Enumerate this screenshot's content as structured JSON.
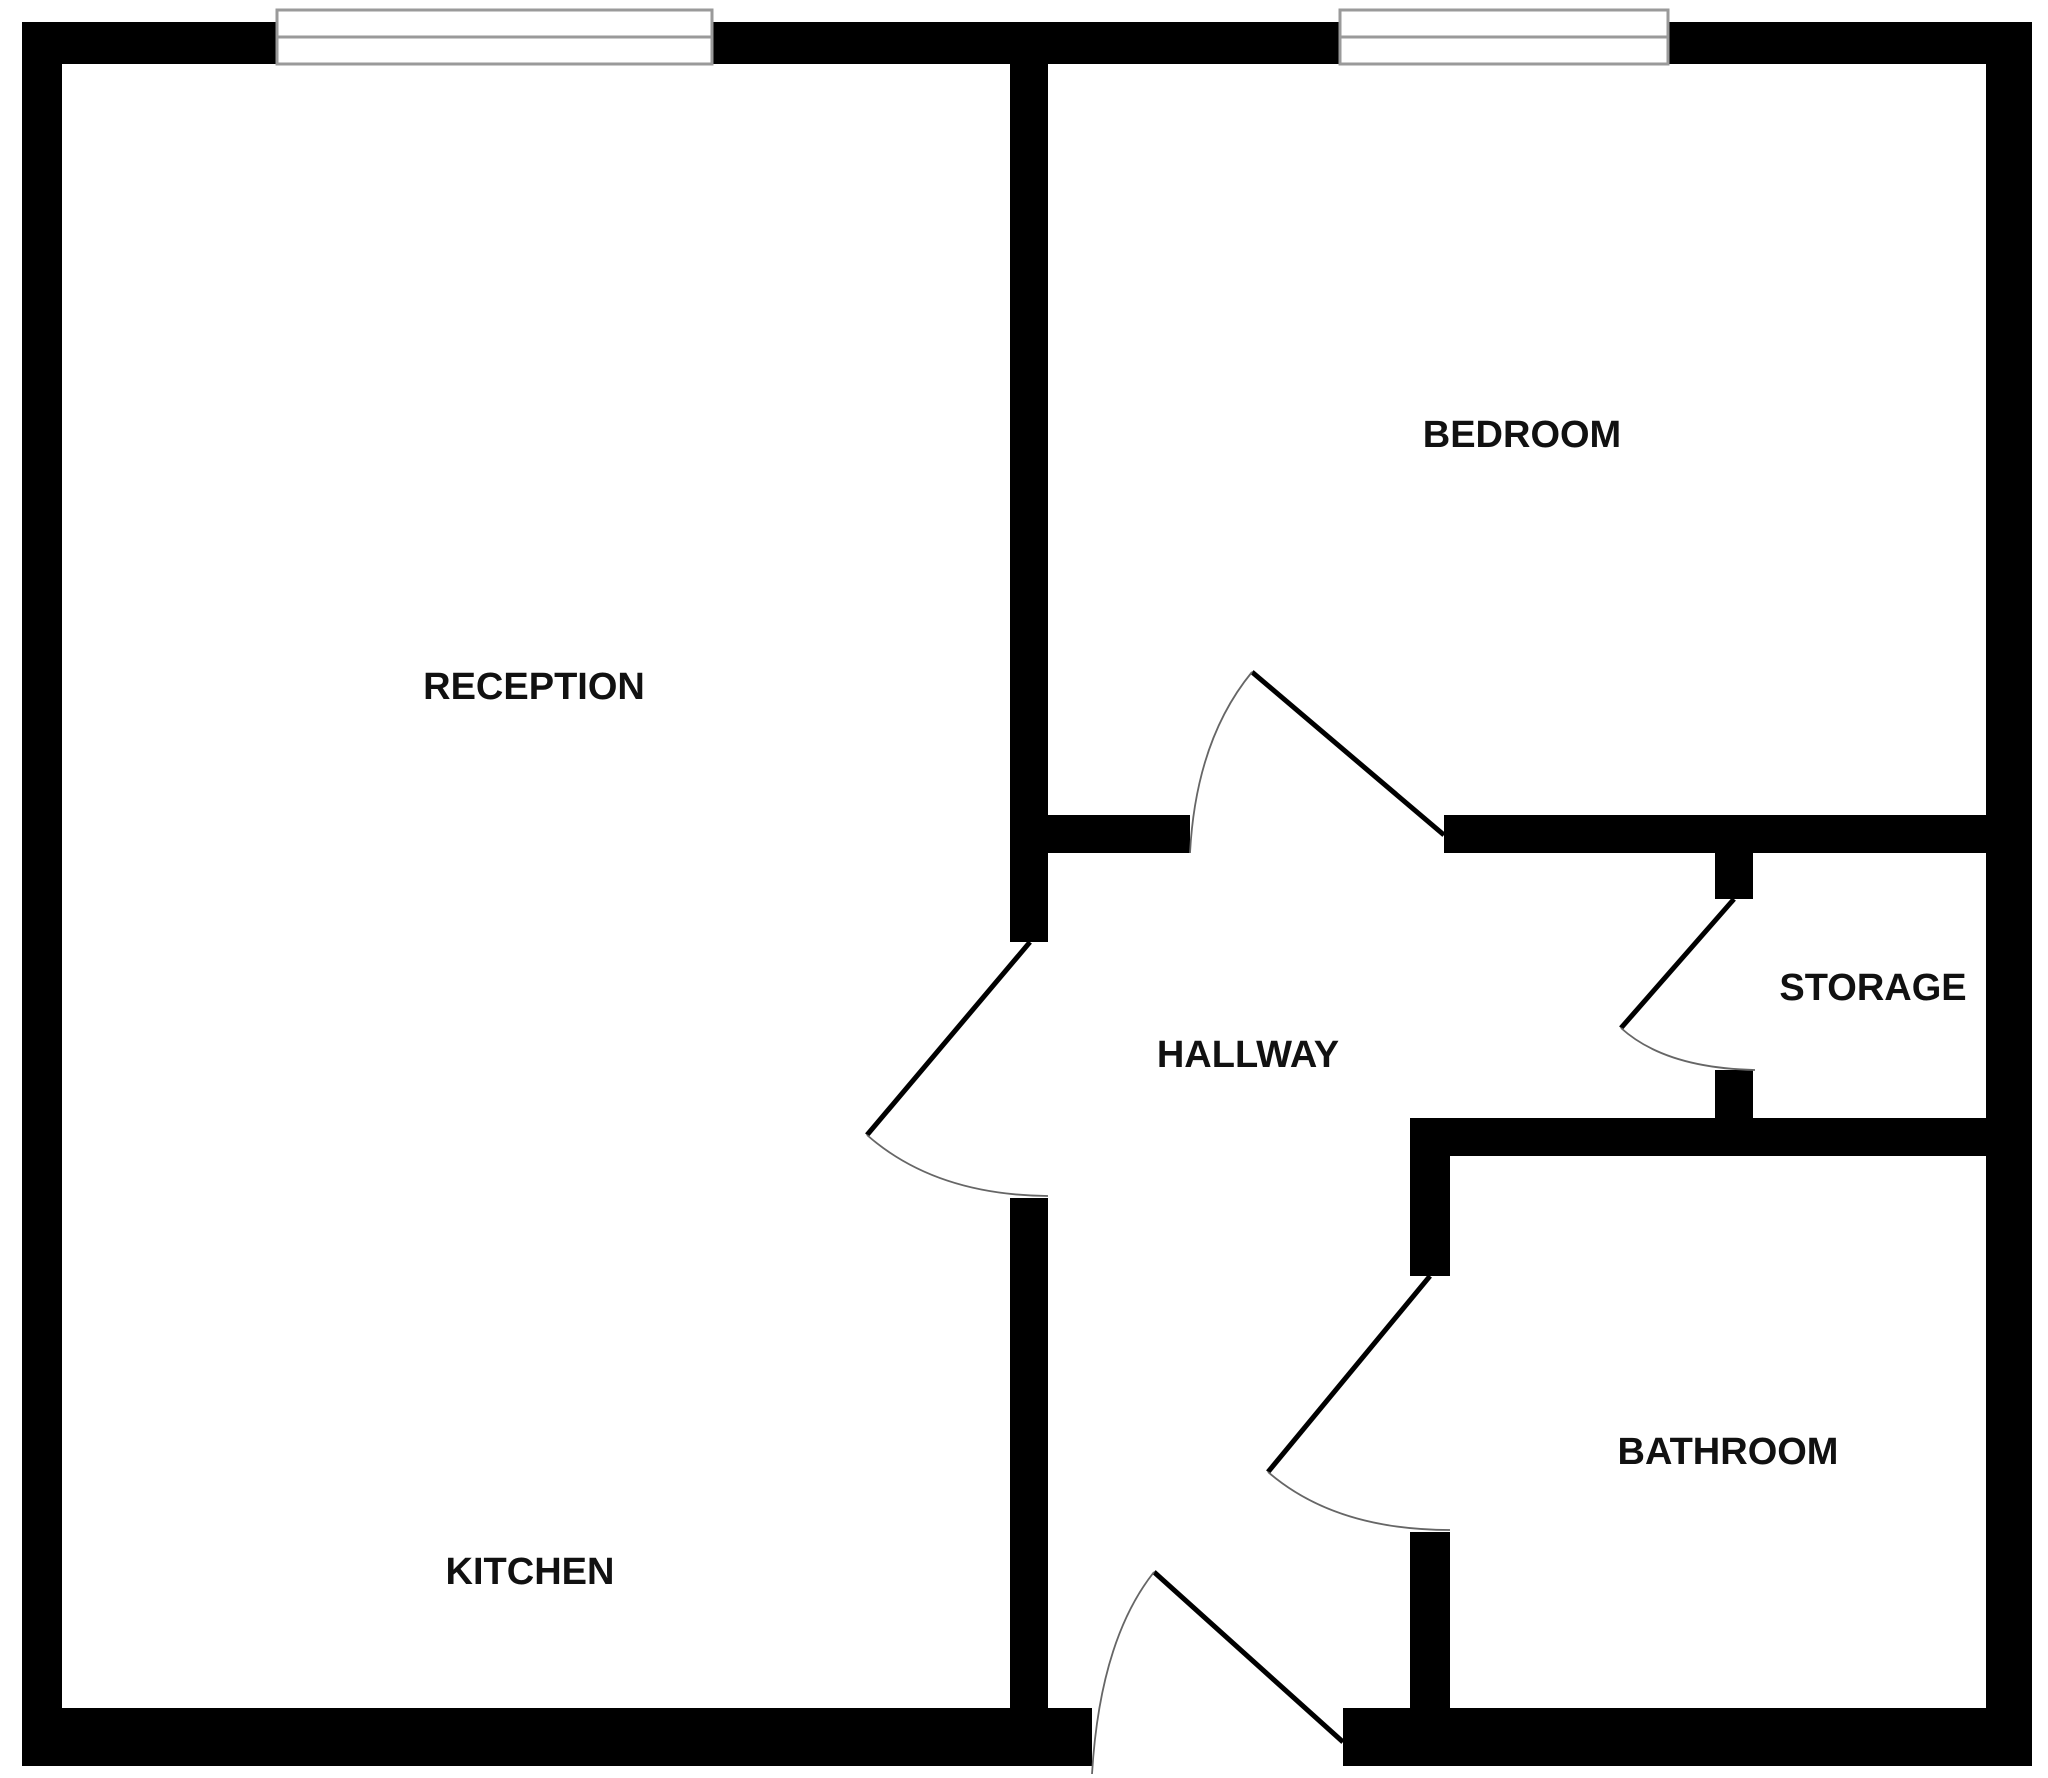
{
  "floorplan": {
    "rooms": {
      "reception": "RECEPTION",
      "bedroom": "BEDROOM",
      "hallway": "HALLWAY",
      "storage": "STORAGE",
      "bathroom": "BATHROOM",
      "kitchen": "KITCHEN"
    },
    "colors": {
      "wall": "#000000",
      "background": "#ffffff",
      "window": "#9a9a9a"
    }
  }
}
